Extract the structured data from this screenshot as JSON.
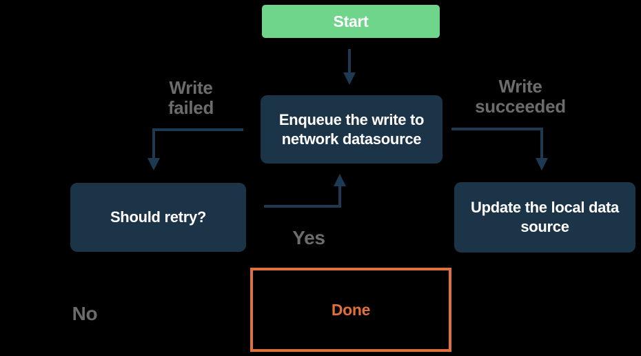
{
  "colors": {
    "background": "#000000",
    "node_fill_navy": "#1c3447",
    "node_text_white": "#ffffff",
    "start_fill_green": "#6fd58b",
    "arrow_navy": "#1e3a52",
    "edge_label_gray": "#6c6c6c",
    "done_orange": "#e0703c"
  },
  "nodes": {
    "start": {
      "label": "Start"
    },
    "enqueue": {
      "line1": "Enqueue the write to",
      "line2": "network datasource"
    },
    "should_retry": {
      "label": "Should retry?"
    },
    "update": {
      "line1": "Update the local data",
      "line2": "source"
    },
    "done": {
      "label": "Done"
    }
  },
  "edge_labels": {
    "write_failed": {
      "line1": "Write",
      "line2": "failed"
    },
    "write_succeeded": {
      "line1": "Write",
      "line2": "succeeded"
    },
    "yes": "Yes",
    "no": "No"
  }
}
